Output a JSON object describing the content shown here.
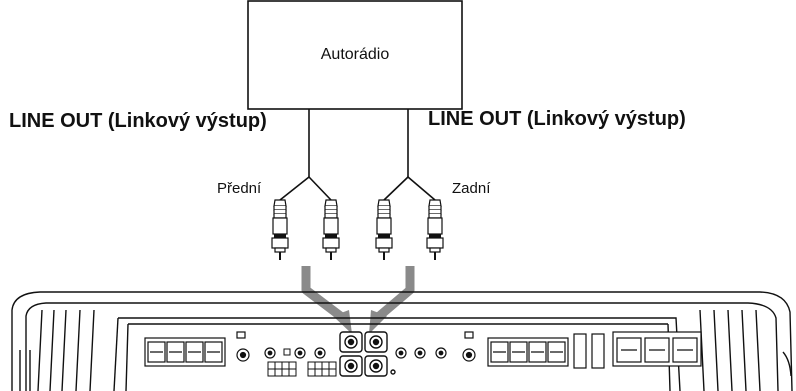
{
  "diagram": {
    "head_unit": {
      "label": "Autorádio"
    },
    "line_out_left": {
      "label": "LINE OUT (Linkový výstup)"
    },
    "line_out_right": {
      "label": "LINE OUT (Linkový výstup)"
    },
    "front_output": {
      "label": "Přední"
    },
    "rear_output": {
      "label": "Zadní"
    }
  },
  "colors": {
    "line": "#111111",
    "arrow": "#8a8a8a",
    "background": "#ffffff"
  },
  "icons": [
    "rca-plug-icon",
    "connection-arrow-icon",
    "amplifier-device",
    "rca-input-jack-icon",
    "speaker-terminal-block-icon"
  ]
}
